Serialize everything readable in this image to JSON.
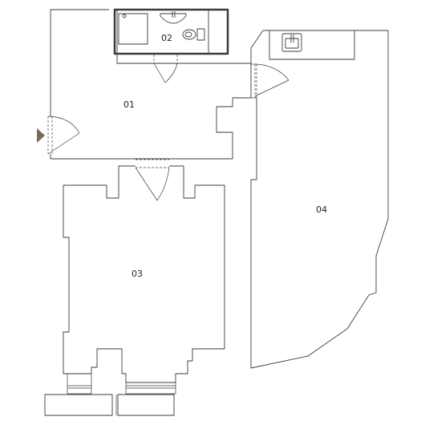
{
  "floorplan": {
    "colors": {
      "wall": "#3b3b3b",
      "entrance_marker": "#7a6a5a"
    },
    "rooms": [
      {
        "id": "01",
        "label": "01"
      },
      {
        "id": "02",
        "label": "02"
      },
      {
        "id": "03",
        "label": "03"
      },
      {
        "id": "04",
        "label": "04"
      }
    ]
  }
}
